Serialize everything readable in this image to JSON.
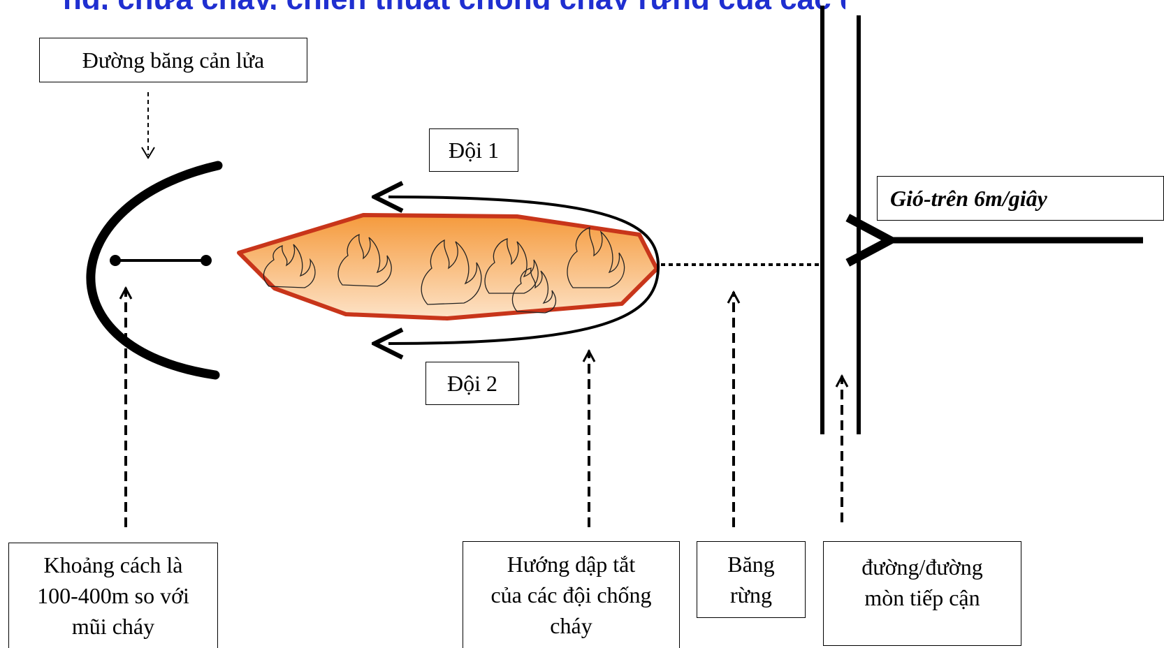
{
  "title_partial": "ng, chữa cháy, chiến thuật chống cháy rừng của các đội chữa cháy",
  "labels": {
    "firebreak": "Đường băng cản lửa",
    "team1": "Đội 1",
    "team2": "Đội 2",
    "wind": "Gió-trên 6m/giây",
    "distance": "Khoảng cách là\n100-400m so với\nmũi cháy",
    "direction": "Hướng dập tắt\ncủa các đội chống\ncháy",
    "forest_strip": "Băng\nrừng",
    "access_road": "đường/đường\nmòn tiếp cận"
  },
  "colors": {
    "title": "#1f2fd0",
    "fire_outline": "#c8351a",
    "fire_fill_top": "#f59a3c",
    "fire_fill_bottom": "#fde3c8",
    "ink": "#000000"
  }
}
